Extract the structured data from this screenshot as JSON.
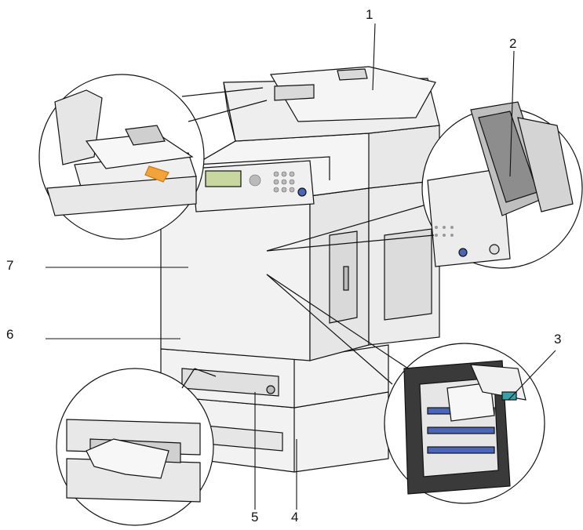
{
  "callouts": [
    {
      "id": 1,
      "label": "1"
    },
    {
      "id": 2,
      "label": "2"
    },
    {
      "id": 3,
      "label": "3"
    },
    {
      "id": 4,
      "label": "4"
    },
    {
      "id": 5,
      "label": "5"
    },
    {
      "id": 6,
      "label": "6"
    },
    {
      "id": 7,
      "label": "7"
    }
  ],
  "colors": {
    "line": "#111111",
    "body": "#f2f2f2",
    "shade": "#d9d9d9",
    "dark": "#9a9a9a",
    "arrow": "#f2a33a",
    "blue": "#4a66b8",
    "teal": "#3aa0a8",
    "lcd": "#c8d6a0"
  }
}
